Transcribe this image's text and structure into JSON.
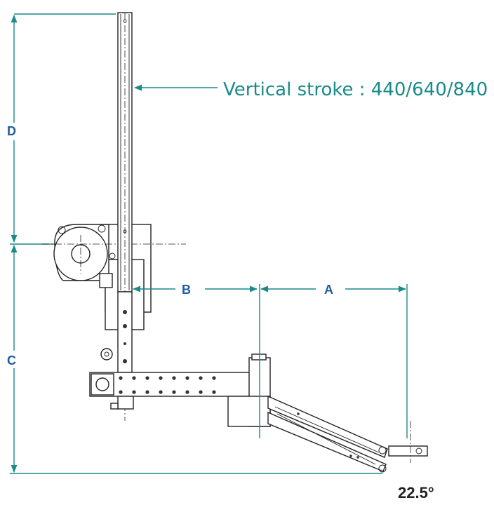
{
  "labels": {
    "vertical_stroke": "Vertical stroke : 440/640/840",
    "dim_a": "A",
    "dim_b": "B",
    "dim_c": "C",
    "dim_d": "D",
    "angle": "22.5°"
  },
  "colors": {
    "dimension_line": "#1a8a8a",
    "dimension_letter": "#1f5fa0",
    "stroke_text": "#1a8a8a",
    "drawing": "#222222"
  }
}
